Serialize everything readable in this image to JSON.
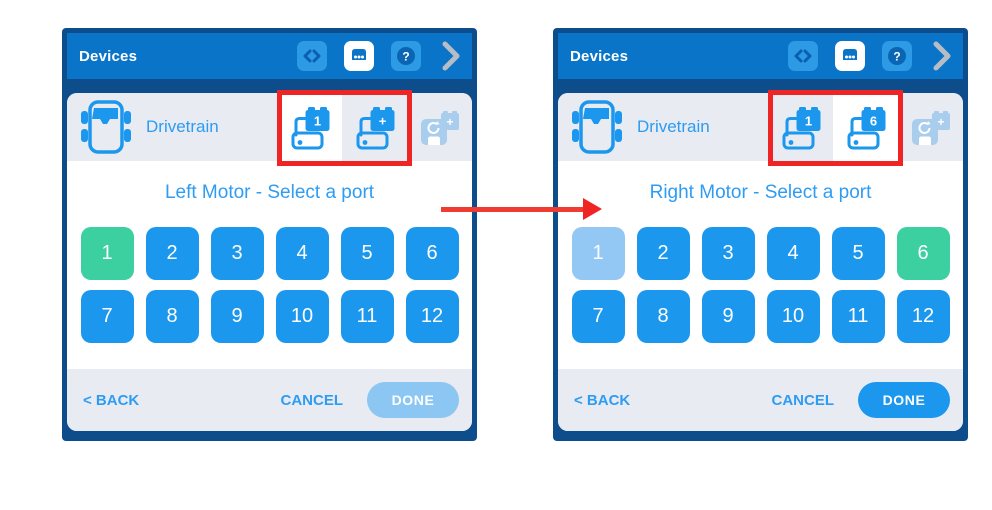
{
  "colors": {
    "frame_navy": "#0d4d8b",
    "header_blue": "#0a75c8",
    "header_icon_blue": "#2d9ae6",
    "brand_blue": "#1b97ee",
    "text_blue": "#2e9cf3",
    "row_gray": "#e9ebf2",
    "port_green": "#3ccfa0",
    "port_disabled": "#93c8f4",
    "done_disabled": "#8cc6f3",
    "annotation_red": "#ee2524",
    "chevron_silver": "#b7bdc6"
  },
  "panels": [
    {
      "header": {
        "title": "Devices"
      },
      "device": {
        "label": "Drivetrain",
        "slots": [
          {
            "type": "motor",
            "badge": "1",
            "selected": true,
            "disabled": false
          },
          {
            "type": "motor",
            "badge": "+",
            "selected": false,
            "disabled": false
          },
          {
            "type": "gyro",
            "badge": "+",
            "selected": false,
            "disabled": true
          }
        ]
      },
      "prompt": "Left Motor - Select a port",
      "ports": [
        {
          "n": "1",
          "state": "selected"
        },
        {
          "n": "2",
          "state": "default"
        },
        {
          "n": "3",
          "state": "default"
        },
        {
          "n": "4",
          "state": "default"
        },
        {
          "n": "5",
          "state": "default"
        },
        {
          "n": "6",
          "state": "default"
        },
        {
          "n": "7",
          "state": "default"
        },
        {
          "n": "8",
          "state": "default"
        },
        {
          "n": "9",
          "state": "default"
        },
        {
          "n": "10",
          "state": "default"
        },
        {
          "n": "11",
          "state": "default"
        },
        {
          "n": "12",
          "state": "default"
        }
      ],
      "footer": {
        "back": "< BACK",
        "cancel": "CANCEL",
        "done": "DONE",
        "done_enabled": false
      }
    },
    {
      "header": {
        "title": "Devices"
      },
      "device": {
        "label": "Drivetrain",
        "slots": [
          {
            "type": "motor",
            "badge": "1",
            "selected": false,
            "disabled": false
          },
          {
            "type": "motor",
            "badge": "6",
            "selected": true,
            "disabled": false
          },
          {
            "type": "gyro",
            "badge": "+",
            "selected": false,
            "disabled": true
          }
        ]
      },
      "prompt": "Right Motor - Select a port",
      "ports": [
        {
          "n": "1",
          "state": "disabled"
        },
        {
          "n": "2",
          "state": "default"
        },
        {
          "n": "3",
          "state": "default"
        },
        {
          "n": "4",
          "state": "default"
        },
        {
          "n": "5",
          "state": "default"
        },
        {
          "n": "6",
          "state": "selected"
        },
        {
          "n": "7",
          "state": "default"
        },
        {
          "n": "8",
          "state": "default"
        },
        {
          "n": "9",
          "state": "default"
        },
        {
          "n": "10",
          "state": "default"
        },
        {
          "n": "11",
          "state": "default"
        },
        {
          "n": "12",
          "state": "default"
        }
      ],
      "footer": {
        "back": "< BACK",
        "cancel": "CANCEL",
        "done": "DONE",
        "done_enabled": true
      }
    }
  ]
}
